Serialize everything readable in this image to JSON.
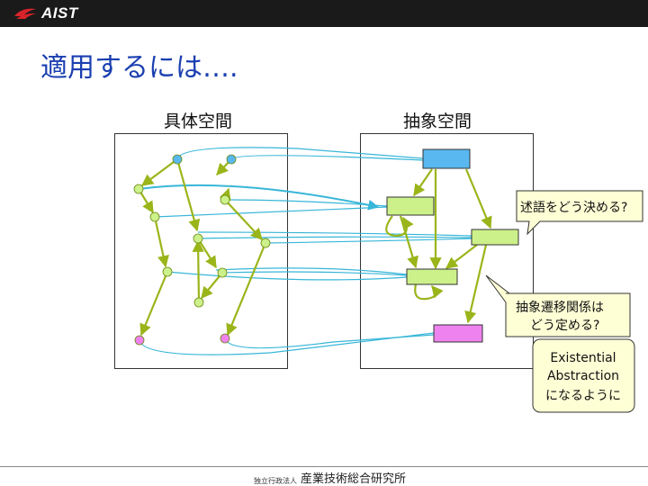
{
  "header": {
    "logo_text": "AIST"
  },
  "title": "適用するには….",
  "panels": {
    "concrete_label": "具体空間",
    "abstract_label": "抽象空間"
  },
  "callouts": {
    "predicate": "述語をどう決める?",
    "transition_line1": "抽象遷移関係は",
    "transition_line2": "どう定める?",
    "existential_line1": "Existential",
    "existential_line2": "Abstraction",
    "existential_line3": "になるように"
  },
  "footer": {
    "small": "独立行政法人",
    "main": "産業技術総合研究所"
  },
  "colors": {
    "title": "#1a3fb0",
    "arrow": "#9ab51a",
    "map_line": "#38b6d8",
    "state_blue": "#5ab8f0",
    "state_green": "#ccf08a",
    "state_pink": "#ee82ee",
    "callout_fill": "#ffffd6"
  }
}
